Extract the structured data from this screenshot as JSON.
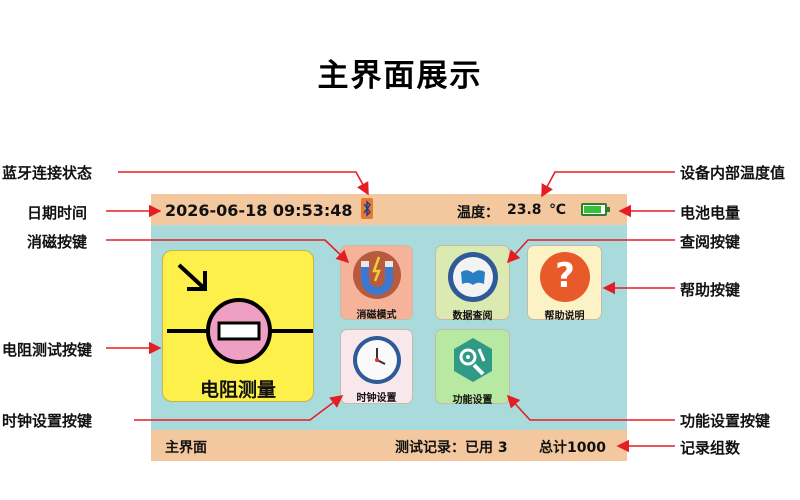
{
  "title": "主界面展示",
  "screen": {
    "datetime": "2026-06-18  09:53:48",
    "temperature_label": "温度：",
    "temperature_value": "23.8",
    "temperature_unit": "℃",
    "status_left": "主界面",
    "record_label": "测试记录：已用 3",
    "total_label": "总计1000",
    "tiles": {
      "resistance": "电阻测量",
      "degauss": "消磁模式",
      "data": "数据查阅",
      "help": "帮助说明",
      "clock": "时钟设置",
      "function": "功能设置"
    }
  },
  "annotations": {
    "bluetooth": "蓝牙连接状态",
    "datetime": "日期时间",
    "degauss": "消磁按键",
    "resistance": "电阻测试按键",
    "clock": "时钟设置按键",
    "temperature": "设备内部温度值",
    "battery": "电池电量",
    "query": "查阅按键",
    "help": "帮助按键",
    "function": "功能设置按键",
    "records": "记录组数"
  },
  "colors": {
    "screen_bg": "#a9dbdc",
    "bar_bg": "#f3c89e",
    "arrow": "#e31e24",
    "resistance_tile": "#fdf04a",
    "degauss_tile": "#f5b49a",
    "data_tile": "#dbeab0",
    "help_tile": "#fbf2c6",
    "clock_tile": "#f8e8ec",
    "function_tile": "#b8e9a2"
  }
}
